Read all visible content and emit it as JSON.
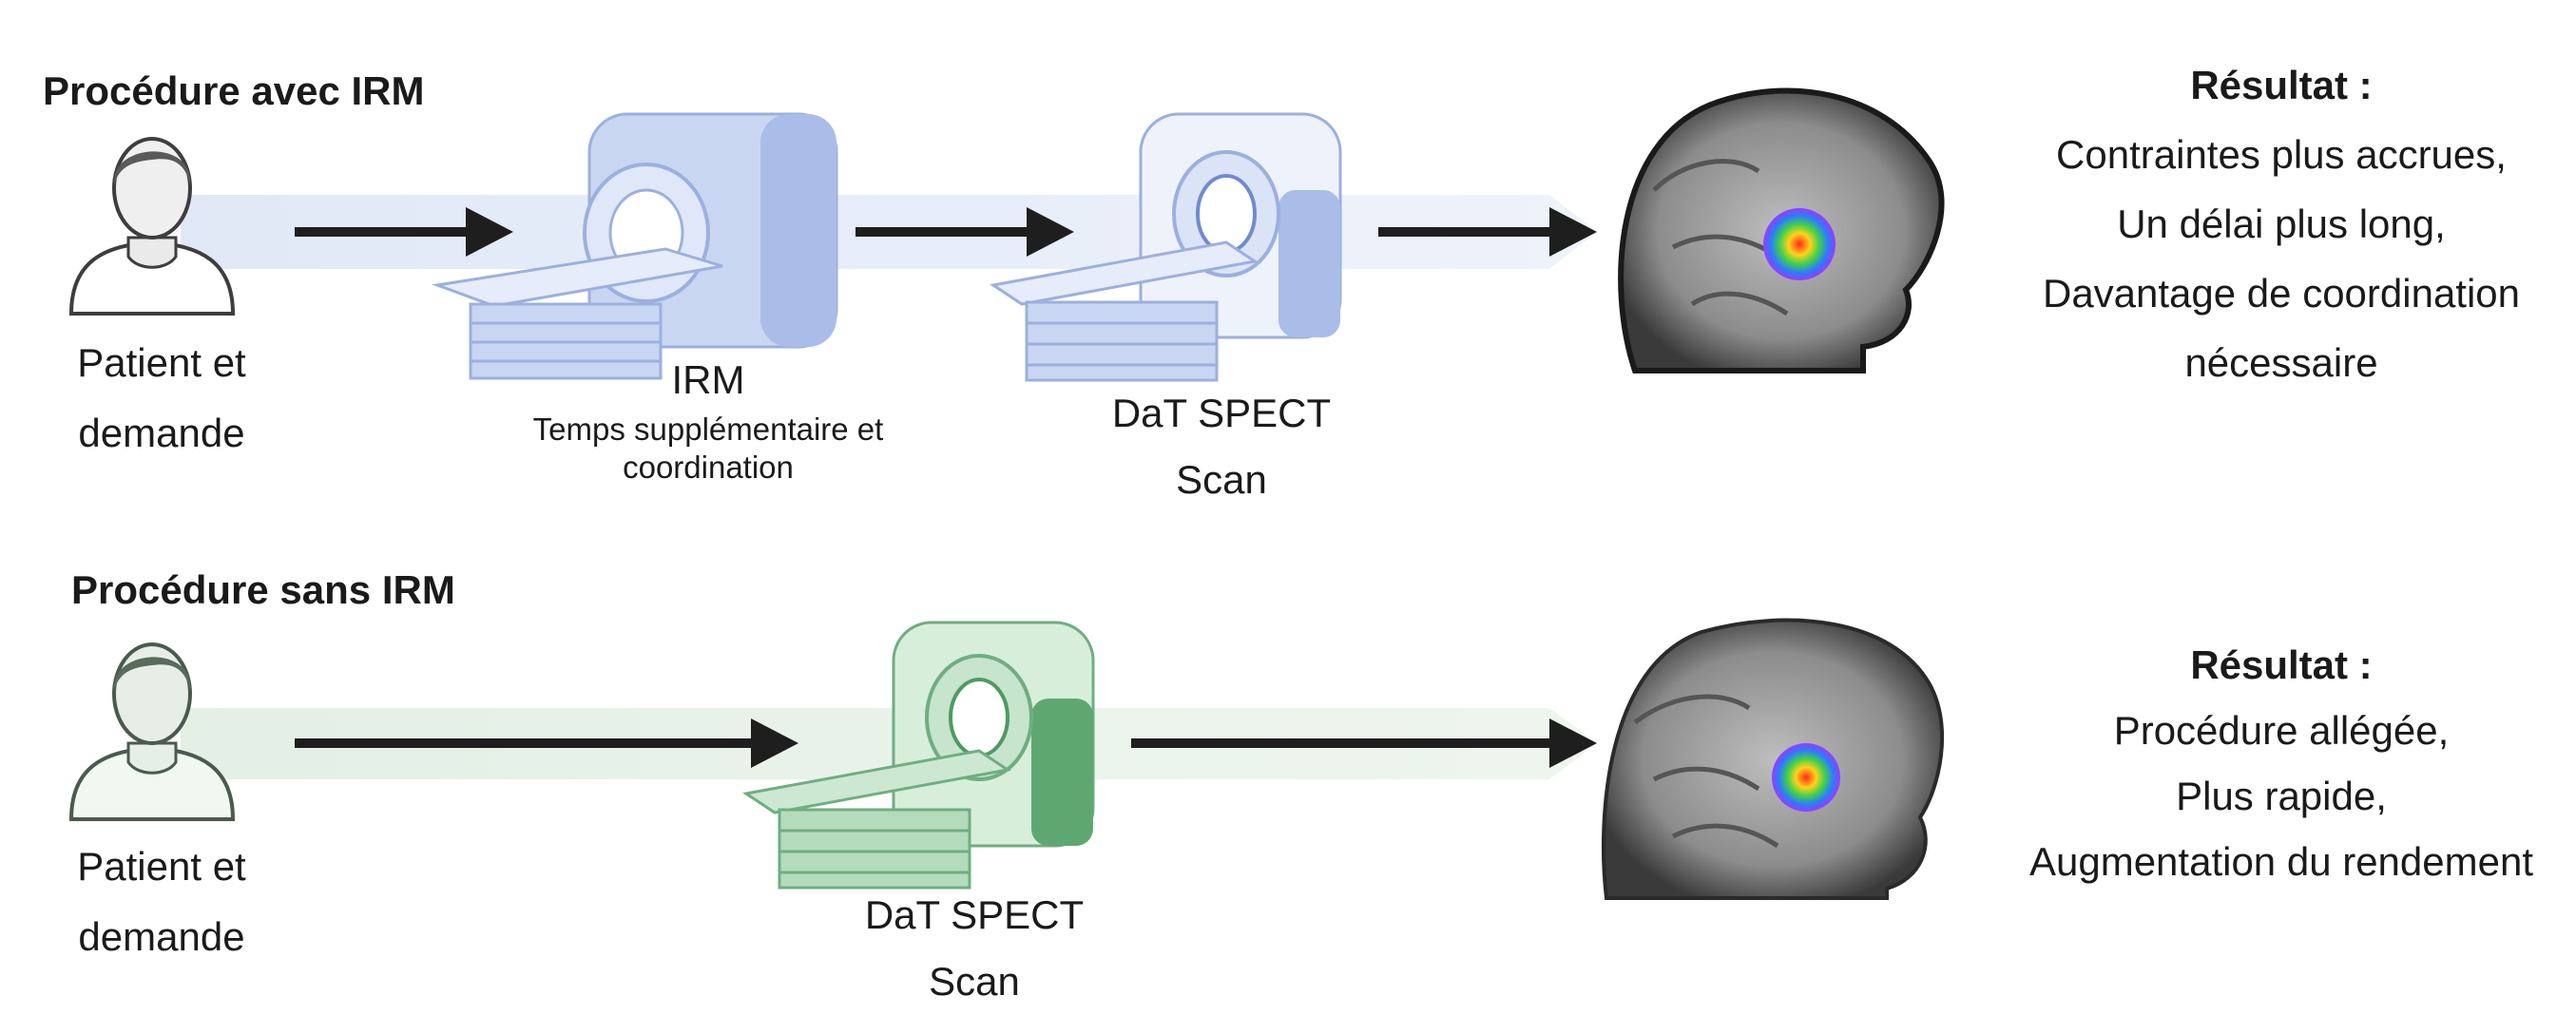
{
  "mri_row": {
    "title": "Procédure avec IRM",
    "patient_label_line1": "Patient et",
    "patient_label_line2": "demande",
    "mri_label": "IRM",
    "mri_note_line1": "Temps supplémentaire et",
    "mri_note_line2": "coordination",
    "spect_label_line1": "DaT SPECT",
    "spect_label_line2": "Scan",
    "result_title": "Résultat :",
    "result_lines": [
      "Contraintes plus accrues,",
      "Un délai plus long,",
      "Davantage de coordination",
      "nécessaire"
    ]
  },
  "no_mri_row": {
    "title": "Procédure sans IRM",
    "patient_label_line1": "Patient et",
    "patient_label_line2": "demande",
    "spect_label_line1": "DaT SPECT",
    "spect_label_line2": "Scan",
    "result_title": "Résultat :",
    "result_lines": [
      "Procédure allégée,",
      "Plus rapide,",
      "Augmentation du rendement"
    ]
  },
  "colors": {
    "mri_band": "#dde6f6",
    "no_mri_band": "#e2efe3",
    "arrow": "#1e1e1e",
    "mri_machine": "#a9bde8",
    "spect_machine_blue": "#c5d4f0",
    "spect_machine_green": "#7fc08f"
  }
}
